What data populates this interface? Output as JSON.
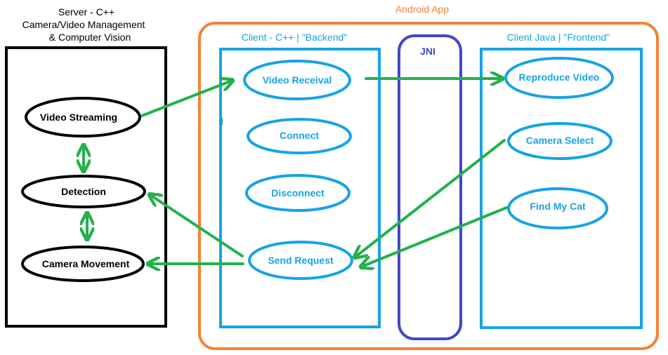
{
  "server": {
    "title_lines": [
      "Server - C++",
      "Camera/Video Management",
      "& Computer Vision"
    ],
    "nodes": {
      "video_streaming": "Video Streaming",
      "detection": "Detection",
      "camera_movement": "Camera Movement"
    }
  },
  "android": {
    "title": "Android App",
    "client_cpp": {
      "title": "Client - C++ | \"Backend\"",
      "nodes": {
        "video_receival": "Video Receival",
        "connect": "Connect",
        "disconnect": "Disconnect",
        "send_request": "Send Request"
      }
    },
    "jni": {
      "title": "JNI"
    },
    "client_java": {
      "title": "Client Java | \"Frontend\"",
      "nodes": {
        "reproduce_video": "Reproduce Video",
        "camera_select": "Camera Select",
        "find_my_cat": "Find My Cat"
      }
    }
  },
  "colors": {
    "orange": "#f58233",
    "blue": "#16a3e6",
    "indigo": "#3f48cc",
    "green": "#22b14c",
    "black": "#000000"
  }
}
